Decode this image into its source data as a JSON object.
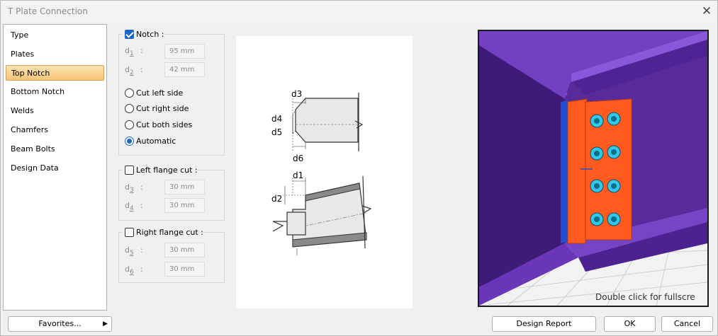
{
  "window": {
    "title": "T Plate Connection"
  },
  "sidebar": {
    "items": [
      {
        "label": "Type"
      },
      {
        "label": "Plates"
      },
      {
        "label": "Top Notch"
      },
      {
        "label": "Bottom Notch"
      },
      {
        "label": "Welds"
      },
      {
        "label": "Chamfers"
      },
      {
        "label": "Beam Bolts"
      },
      {
        "label": "Design Data"
      }
    ],
    "selected": "Top Notch"
  },
  "notch": {
    "label": "Notch :",
    "checked": true,
    "d1": {
      "sym": "d",
      "sub": "1",
      "value": "95 mm"
    },
    "d2": {
      "sym": "d",
      "sub": "2",
      "value": "42 mm"
    },
    "options": [
      "Cut left side",
      "Cut right side",
      "Cut both sides",
      "Automatic"
    ],
    "selected_option": "Automatic"
  },
  "left_flange": {
    "label": "Left flange cut :",
    "checked": false,
    "d3": {
      "sym": "d",
      "sub": "3",
      "value": "30 mm"
    },
    "d4": {
      "sym": "d",
      "sub": "4",
      "value": "30 mm"
    }
  },
  "right_flange": {
    "label": "Right flange cut :",
    "checked": false,
    "d5": {
      "sym": "d",
      "sub": "5",
      "value": "30 mm"
    },
    "d6": {
      "sym": "d",
      "sub": "6",
      "value": "30 mm"
    }
  },
  "field_colon": ":",
  "drawing_labels": {
    "d3": "d3",
    "d4": "d4",
    "d5": "d5",
    "d6": "d6",
    "d1": "d1",
    "d2": "d2"
  },
  "view3d": {
    "hint": "Double click for fullscre",
    "plate_color": "#ff5a1f",
    "beam_color": "#6d32b5",
    "bolt_color": "#32c8e6"
  },
  "footer": {
    "favorites": "Favorites...",
    "design_report": "Design Report",
    "ok": "OK",
    "cancel": "Cancel"
  }
}
